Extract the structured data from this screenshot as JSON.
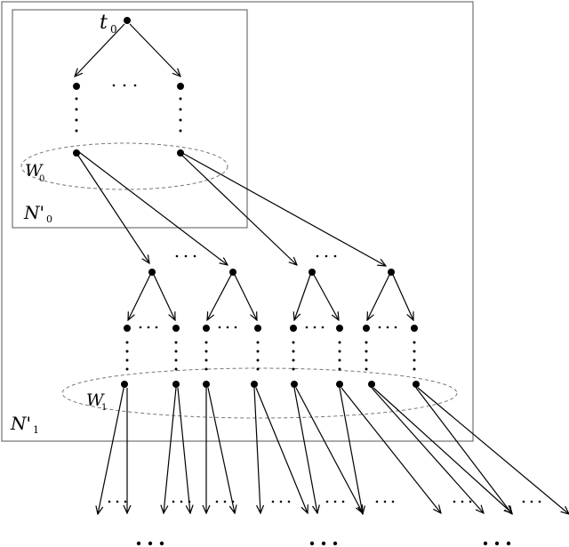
{
  "labels": {
    "t0": {
      "main": "t",
      "sub": "0"
    },
    "W0": {
      "main": "W",
      "sub": "0"
    },
    "W1": {
      "main": "W",
      "sub": "1"
    },
    "N0": {
      "main": "N'",
      "sub": "0"
    },
    "N1": {
      "main": "N'",
      "sub": "1"
    }
  },
  "ellipsis": "· · ·"
}
